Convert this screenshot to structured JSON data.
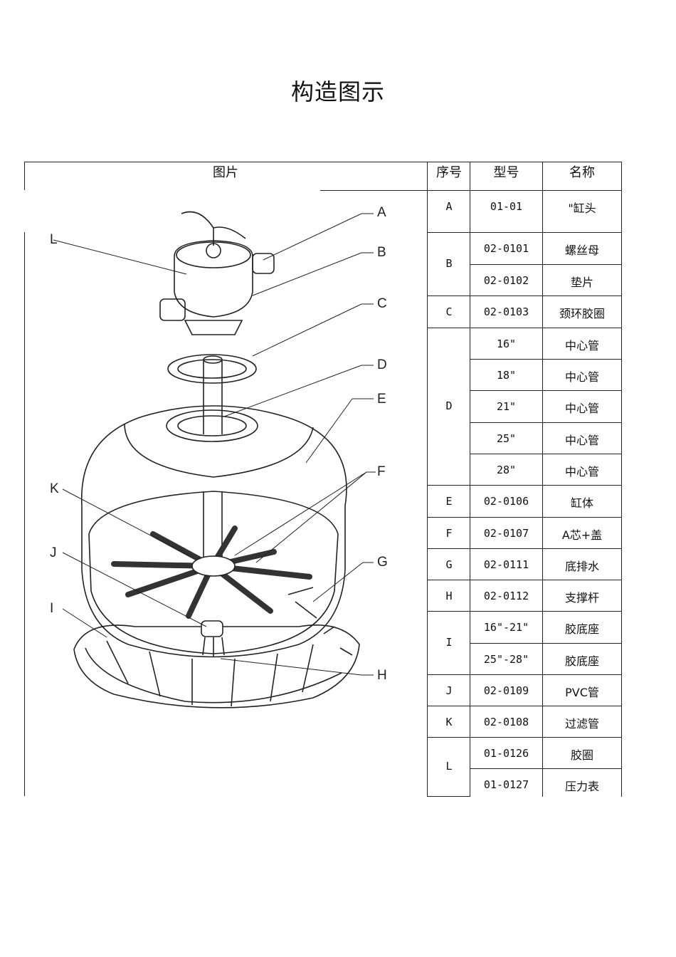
{
  "title": "构造图示",
  "headers": {
    "picture": "图片",
    "seq": "序号",
    "model": "型号",
    "name": "名称"
  },
  "callouts": [
    "A",
    "B",
    "C",
    "D",
    "E",
    "F",
    "G",
    "H",
    "I",
    "J",
    "K",
    "L"
  ],
  "groups": [
    {
      "seq": "A",
      "rows": [
        {
          "model": "01-01",
          "name": "\"缸头"
        }
      ]
    },
    {
      "seq": "B",
      "rows": [
        {
          "model": "02-0101",
          "name": "螺丝母"
        },
        {
          "model": "02-0102",
          "name": "垫片"
        }
      ]
    },
    {
      "seq": "C",
      "rows": [
        {
          "model": "02-0103",
          "name": "颈环胶圈"
        }
      ]
    },
    {
      "seq": "D",
      "rows": [
        {
          "model": "16\"",
          "name": "中心管"
        },
        {
          "model": "18\"",
          "name": "中心管"
        },
        {
          "model": "21\"",
          "name": "中心管"
        },
        {
          "model": "25\"",
          "name": "中心管"
        },
        {
          "model": "28\"",
          "name": "中心管"
        }
      ]
    },
    {
      "seq": "E",
      "rows": [
        {
          "model": "02-0106",
          "name": "缸体"
        }
      ]
    },
    {
      "seq": "F",
      "rows": [
        {
          "model": "02-0107",
          "name": "A芯+盖"
        }
      ]
    },
    {
      "seq": "G",
      "rows": [
        {
          "model": "02-0111",
          "name": "底排水"
        }
      ]
    },
    {
      "seq": "H",
      "rows": [
        {
          "model": "02-0112",
          "name": "支撑杆"
        }
      ]
    },
    {
      "seq": "I",
      "rows": [
        {
          "model": "16\"-21\"",
          "name": "胶底座"
        },
        {
          "model": "25\"-28\"",
          "name": "胶底座"
        }
      ]
    },
    {
      "seq": "J",
      "rows": [
        {
          "model": "02-0109",
          "name": "PVC管"
        }
      ]
    },
    {
      "seq": "K",
      "rows": [
        {
          "model": "02-0108",
          "name": "过滤管"
        }
      ]
    },
    {
      "seq": "L",
      "rows": [
        {
          "model": "01-0126",
          "name": "胶圈"
        },
        {
          "model": "01-0127",
          "name": "压力表"
        }
      ]
    }
  ]
}
